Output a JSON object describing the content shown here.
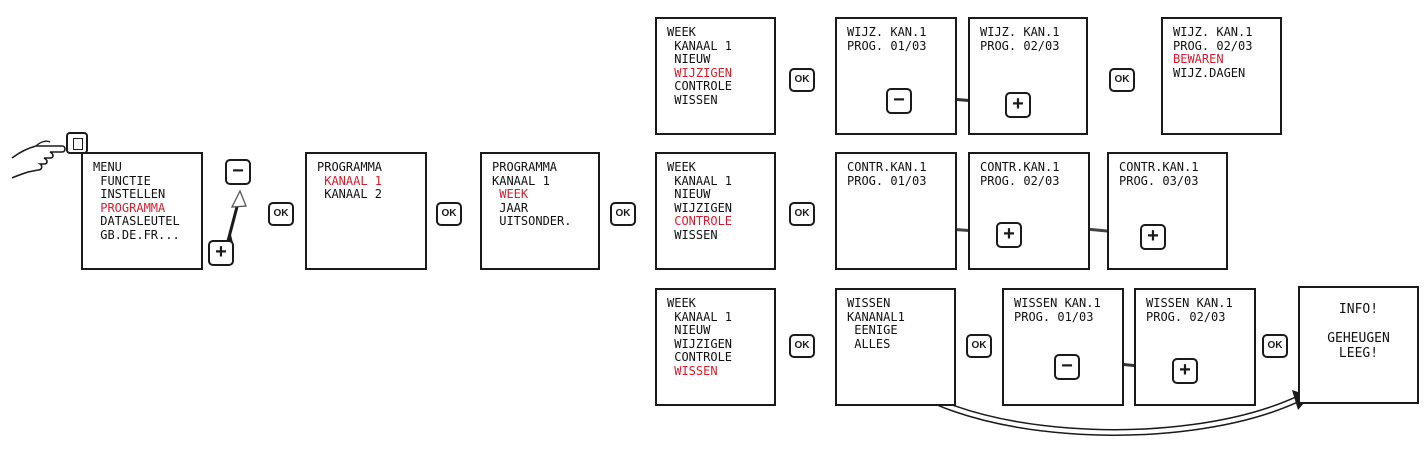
{
  "colors": {
    "highlight": "#d21f2f",
    "ink": "#1a1a1a"
  },
  "icons": {
    "hand": "pointing-hand-icon",
    "button": "menu-button-icon"
  },
  "buttons": {
    "ok": "OK",
    "minus": "−",
    "plus": "+"
  },
  "screens": {
    "menu": {
      "lines": [
        {
          "text": "MENU",
          "hl": false
        },
        {
          "text": " FUNCTIE",
          "hl": false
        },
        {
          "text": " INSTELLEN",
          "hl": false
        },
        {
          "text": " PROGRAMMA",
          "hl": true
        },
        {
          "text": " DATASLEUTEL",
          "hl": false
        },
        {
          "text": " GB.DE.FR...",
          "hl": false
        }
      ]
    },
    "programma": {
      "lines": [
        {
          "text": "PROGRAMMA",
          "hl": false
        },
        {
          "text": " KANAAL 1",
          "hl": true
        },
        {
          "text": " KANAAL 2",
          "hl": false
        }
      ]
    },
    "programma_kanaal": {
      "lines": [
        {
          "text": "PROGRAMMA",
          "hl": false
        },
        {
          "text": "KANAAL 1",
          "hl": false
        },
        {
          "text": " WEEK",
          "hl": true
        },
        {
          "text": " JAAR",
          "hl": false
        },
        {
          "text": " UITSONDER.",
          "hl": false
        }
      ]
    },
    "week_wijzigen": {
      "lines": [
        {
          "text": "WEEK",
          "hl": false
        },
        {
          "text": " KANAAL 1",
          "hl": false
        },
        {
          "text": " NIEUW",
          "hl": false
        },
        {
          "text": " WIJZIGEN",
          "hl": true
        },
        {
          "text": " CONTROLE",
          "hl": false
        },
        {
          "text": " WISSEN",
          "hl": false
        }
      ]
    },
    "week_controle": {
      "lines": [
        {
          "text": "WEEK",
          "hl": false
        },
        {
          "text": " KANAAL 1",
          "hl": false
        },
        {
          "text": " NIEUW",
          "hl": false
        },
        {
          "text": " WIJZIGEN",
          "hl": false
        },
        {
          "text": " CONTROLE",
          "hl": true
        },
        {
          "text": " WISSEN",
          "hl": false
        }
      ]
    },
    "week_wissen": {
      "lines": [
        {
          "text": "WEEK",
          "hl": false
        },
        {
          "text": " KANAAL 1",
          "hl": false
        },
        {
          "text": " NIEUW",
          "hl": false
        },
        {
          "text": " WIJZIGEN",
          "hl": false
        },
        {
          "text": " CONTROLE",
          "hl": false
        },
        {
          "text": " WISSEN",
          "hl": true
        }
      ]
    },
    "wijz_1": {
      "lines": [
        {
          "text": "WIJZ. KAN.1",
          "hl": false
        },
        {
          "text": "PROG. 01/03",
          "hl": false
        }
      ]
    },
    "wijz_2": {
      "lines": [
        {
          "text": "WIJZ. KAN.1",
          "hl": false
        },
        {
          "text": "PROG. 02/03",
          "hl": false
        }
      ]
    },
    "wijz_bewaren": {
      "lines": [
        {
          "text": "WIJZ. KAN.1",
          "hl": false
        },
        {
          "text": "PROG. 02/03",
          "hl": false
        },
        {
          "text": "BEWAREN",
          "hl": true
        },
        {
          "text": "WIJZ.DAGEN",
          "hl": false
        }
      ]
    },
    "contr_1": {
      "lines": [
        {
          "text": "CONTR.KAN.1",
          "hl": false
        },
        {
          "text": "PROG. 01/03",
          "hl": false
        }
      ]
    },
    "contr_2": {
      "lines": [
        {
          "text": "CONTR.KAN.1",
          "hl": false
        },
        {
          "text": "PROG. 02/03",
          "hl": false
        }
      ]
    },
    "contr_3": {
      "lines": [
        {
          "text": "CONTR.KAN.1",
          "hl": false
        },
        {
          "text": "PROG. 03/03",
          "hl": false
        }
      ]
    },
    "wissen_kanaal": {
      "lines": [
        {
          "text": "WISSEN",
          "hl": false
        },
        {
          "text": "KANANAL1",
          "hl": false
        },
        {
          "text": " EENIGE",
          "hl": false
        },
        {
          "text": " ALLES",
          "hl": false
        }
      ]
    },
    "wissen_1": {
      "lines": [
        {
          "text": "WISSEN KAN.1",
          "hl": false
        },
        {
          "text": "PROG. 01/03",
          "hl": false
        }
      ]
    },
    "wissen_2": {
      "lines": [
        {
          "text": "WISSEN KAN.1",
          "hl": false
        },
        {
          "text": "PROG. 02/03",
          "hl": false
        }
      ]
    },
    "info": {
      "title": "INFO!",
      "line1": "GEHEUGEN",
      "line2": "LEEG!"
    }
  }
}
